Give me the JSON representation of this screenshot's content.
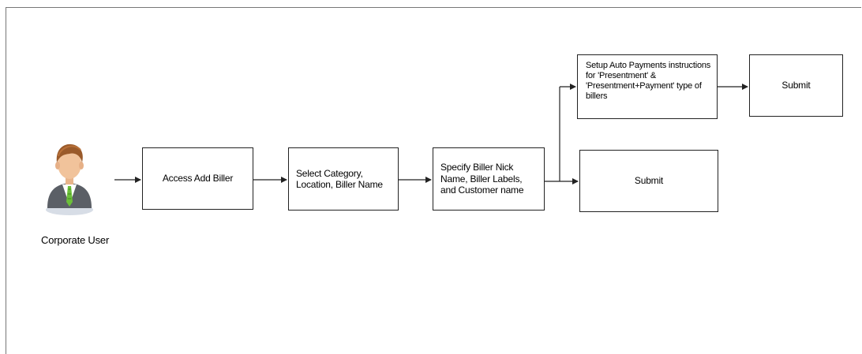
{
  "diagram": {
    "actor": {
      "label": "Corporate User",
      "icon": "corporate-user-avatar-icon"
    },
    "steps": {
      "access_add_biller": "Access Add Biller",
      "select_category": "Select Category, Location, Biller Name",
      "specify_biller": "Specify Biller Nick Name, Biller Labels, and Customer name",
      "setup_auto_payments": "Setup Auto Payments instructions for 'Presentment' & 'Presentment+Payment'  type of billers",
      "submit_upper": "Submit",
      "submit_lower": "Submit"
    },
    "colors": {
      "line": "#222222",
      "box_border": "#222222",
      "frame": "#777777"
    }
  }
}
